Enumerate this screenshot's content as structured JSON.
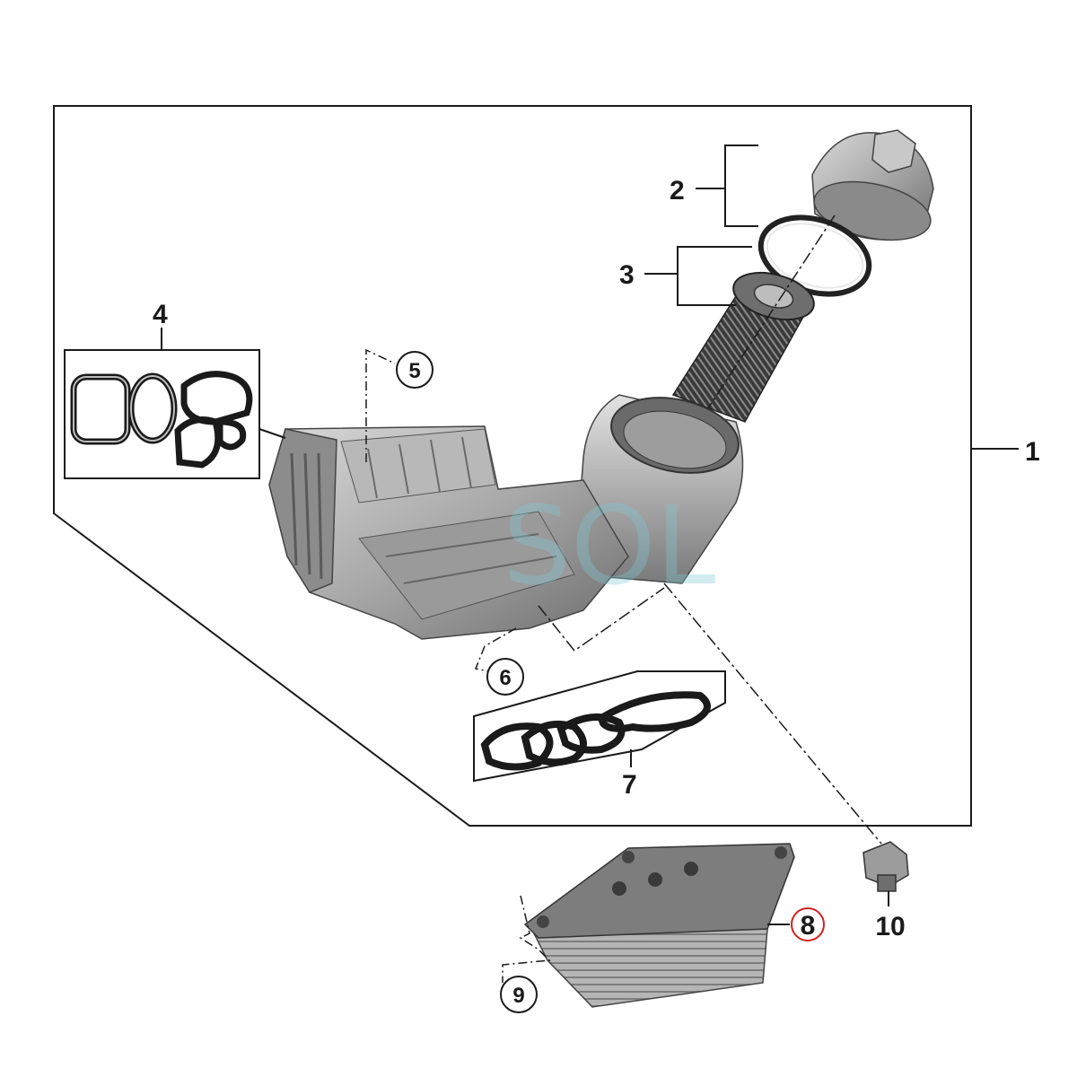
{
  "diagram": {
    "watermark": "SOL",
    "callouts": [
      {
        "id": "1",
        "label": "1"
      },
      {
        "id": "2",
        "label": "2"
      },
      {
        "id": "3",
        "label": "3"
      },
      {
        "id": "4",
        "label": "4"
      },
      {
        "id": "5",
        "label": "5"
      },
      {
        "id": "6",
        "label": "6"
      },
      {
        "id": "7",
        "label": "7"
      },
      {
        "id": "8",
        "label": "8"
      },
      {
        "id": "9",
        "label": "9"
      },
      {
        "id": "10",
        "label": "10"
      }
    ],
    "highlight_color": "#d32020",
    "line_color": "#1a1a1a",
    "part_gray": "#9a9a9a"
  }
}
